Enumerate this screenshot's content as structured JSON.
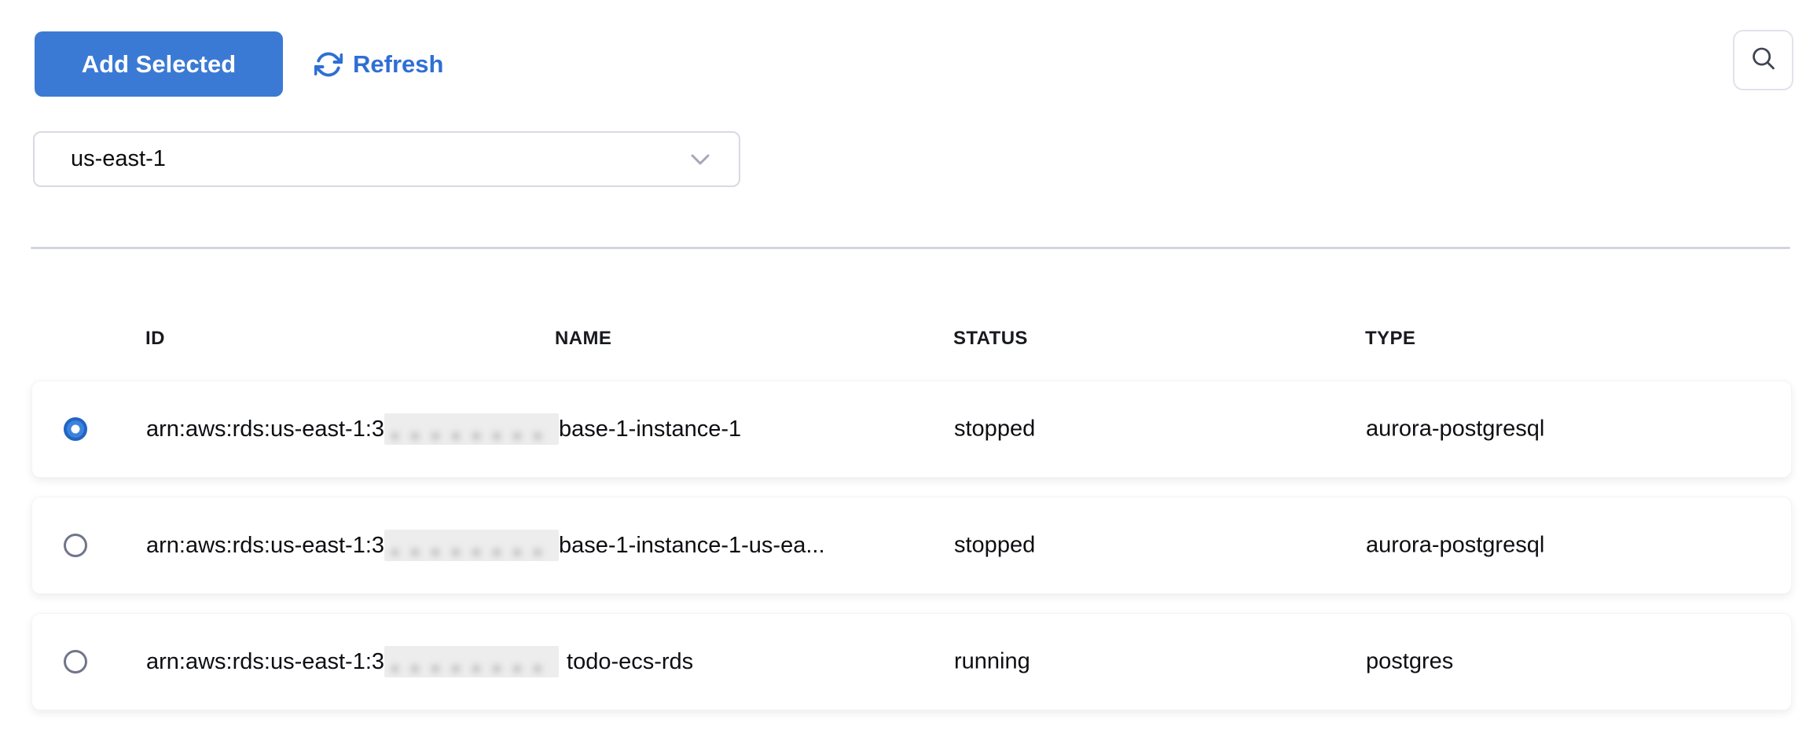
{
  "toolbar": {
    "add_selected_label": "Add Selected",
    "refresh_label": "Refresh",
    "refresh_icon": "refresh-icon",
    "search_icon": "search-icon"
  },
  "region_select": {
    "value": "us-east-1",
    "chevron_icon": "chevron-down-icon"
  },
  "table": {
    "columns": [
      "ID",
      "NAME",
      "STATUS",
      "TYPE"
    ],
    "rows": [
      {
        "selected": true,
        "id_prefix": "arn:aws:rds:us-east-1:3",
        "id_redacted": true,
        "id_suffix": "base-1-instance-1",
        "status": "stopped",
        "type": "aurora-postgresql"
      },
      {
        "selected": false,
        "id_prefix": "arn:aws:rds:us-east-1:3",
        "id_redacted": true,
        "id_suffix": "base-1-instance-1-us-ea...",
        "status": "stopped",
        "type": "aurora-postgresql"
      },
      {
        "selected": false,
        "id_prefix": "arn:aws:rds:us-east-1:3",
        "id_redacted": true,
        "id_suffix": "todo-ecs-rds",
        "status": "running",
        "type": "postgres"
      }
    ]
  },
  "colors": {
    "accent_blue": "#3b7ad4",
    "link_blue": "#2f6fd4",
    "selected_radio_blue": "#2264c2",
    "divider": "#d2d5de",
    "redaction_gray": "#ededed"
  }
}
